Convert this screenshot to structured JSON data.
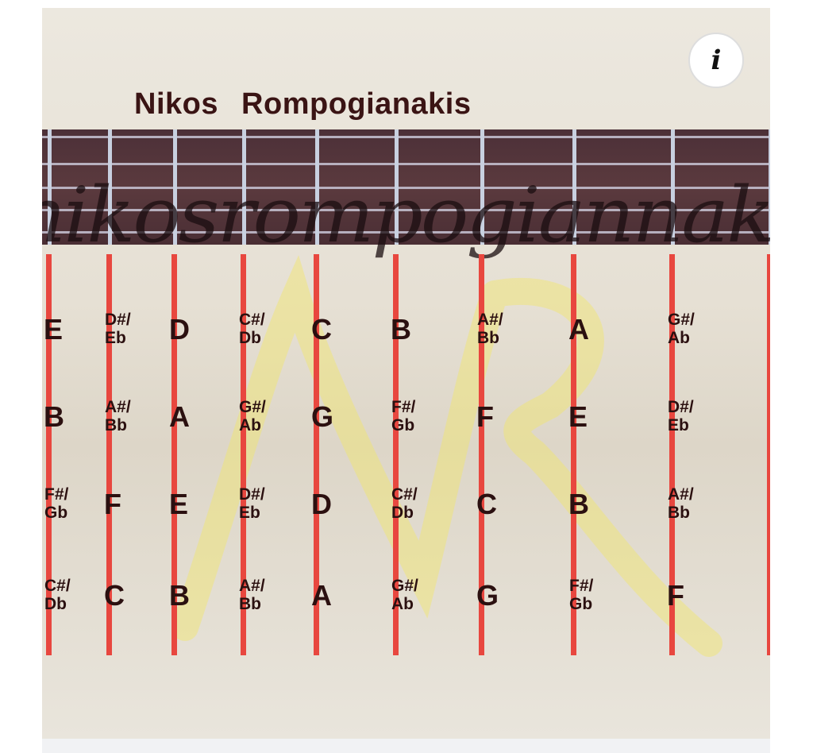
{
  "title": "Nikos Rompogianakis",
  "watermark_script": "nikosrompogiannakis",
  "watermark_monogram": "NR",
  "info_button": {
    "icon": "info-icon",
    "label": "i"
  },
  "colors": {
    "fret_line": "#e8473f",
    "fretboard": "#5b3a3e",
    "text": "#2b1010"
  },
  "columns": [
    [
      "E",
      "B",
      "F#/Gb",
      "C#/Db"
    ],
    [
      "D#/Eb",
      "A#/Bb",
      "F",
      "C"
    ],
    [
      "D",
      "A",
      "E",
      "B"
    ],
    [
      "C#/Db",
      "G#/Ab",
      "D#/Eb",
      "A#/Bb"
    ],
    [
      "C",
      "G",
      "D",
      "A"
    ],
    [
      "B",
      "F#/Gb",
      "C#/Db",
      "G#/Ab"
    ],
    [
      "A#/Bb",
      "F",
      "C",
      "G"
    ],
    [
      "A",
      "E",
      "B",
      "F#/Gb"
    ],
    [
      "G#/Ab",
      "D#/Eb",
      "A#/Bb",
      "F"
    ]
  ]
}
